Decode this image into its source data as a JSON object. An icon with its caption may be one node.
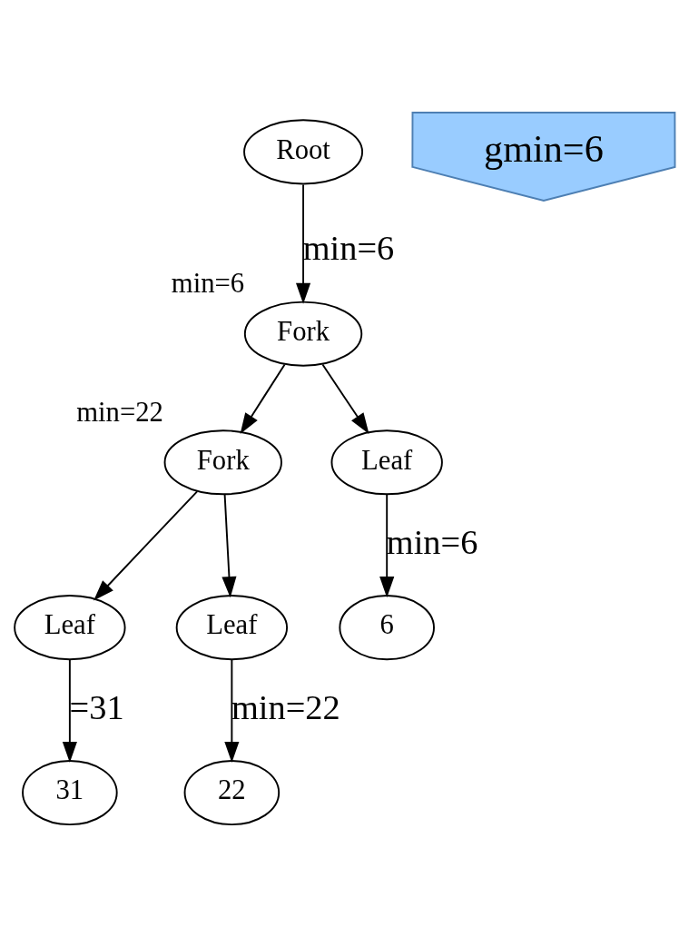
{
  "diagram": {
    "nodes": [
      {
        "text": [
          "Root"
        ]
      },
      {
        "text": [
          "Fork"
        ],
        "beside": [
          "min=6"
        ]
      },
      {
        "text": [
          "Fork"
        ],
        "beside": [
          "min=22"
        ]
      },
      {
        "text": [
          "Leaf"
        ]
      },
      {
        "text": [
          "Leaf"
        ]
      },
      {
        "text": [
          "Leaf"
        ]
      },
      {
        "text": [
          "6"
        ]
      },
      {
        "text": [
          "31"
        ]
      },
      {
        "text": [
          "22"
        ]
      },
      {
        "text": [
          "gmin=6"
        ]
      }
    ],
    "edges": [
      {
        "from": 0,
        "to": 1,
        "arrow": "to",
        "label": "min=6"
      },
      {
        "from": 1,
        "to": 2,
        "arrow": "to"
      },
      {
        "from": 1,
        "to": 3,
        "arrow": "to"
      },
      {
        "from": 2,
        "to": 4,
        "arrow": "to"
      },
      {
        "from": 2,
        "to": 5,
        "arrow": "to"
      },
      {
        "from": 3,
        "to": 6,
        "arrow": "to",
        "label": "min=6"
      },
      {
        "from": 4,
        "to": 7,
        "arrow": "to",
        "label": "=31"
      },
      {
        "from": 5,
        "to": 8,
        "arrow": "to",
        "label": "min=22"
      }
    ]
  }
}
